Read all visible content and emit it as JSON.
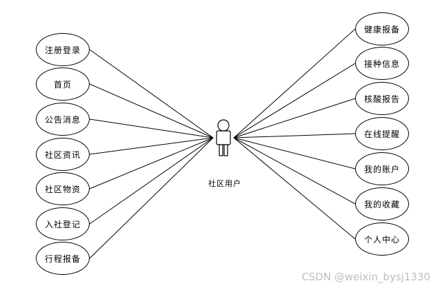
{
  "actor": {
    "label": "社区用户"
  },
  "left_use_cases": [
    "注册登录",
    "首页",
    "公告消息",
    "社区资讯",
    "社区物资",
    "入社登记",
    "行程报备"
  ],
  "right_use_cases": [
    "健康报备",
    "接种信息",
    "核酸报告",
    "在线提醒",
    "我的账户",
    "我的收藏",
    "个人中心"
  ],
  "watermark": "CSDN @weixin_bysj1330"
}
